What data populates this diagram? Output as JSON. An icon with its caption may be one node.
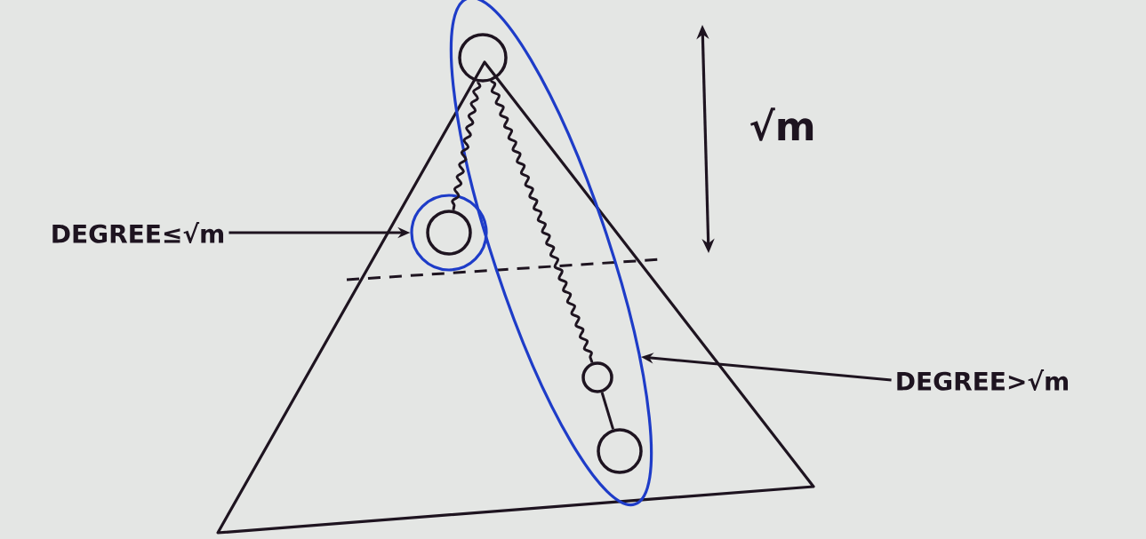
{
  "diagram": {
    "nodes": [
      {
        "text": [],
        "shape": "oval"
      },
      {
        "text": [],
        "shape": "circle",
        "in": 0
      },
      {
        "text": [],
        "shape": "circle"
      },
      {
        "text": [],
        "shape": "circle",
        "in": 2
      },
      {
        "text": [],
        "shape": "circle",
        "in": 0
      },
      {
        "text": [],
        "shape": "circle",
        "in": 0
      },
      {
        "text": [
          "DEGREE≤√m"
        ]
      },
      {
        "text": [
          "DEGREE>√m"
        ]
      }
    ],
    "edges": [
      {
        "from": 1,
        "to": 3,
        "arrow": "none"
      },
      {
        "from": 1,
        "to": 4,
        "arrow": "none"
      },
      {
        "from": 4,
        "to": 5,
        "arrow": "none"
      },
      {
        "from": 6,
        "to": 2,
        "arrow": "to"
      },
      {
        "from": 7,
        "to": 0,
        "arrow": "to"
      }
    ],
    "labels": [
      "√m"
    ]
  }
}
